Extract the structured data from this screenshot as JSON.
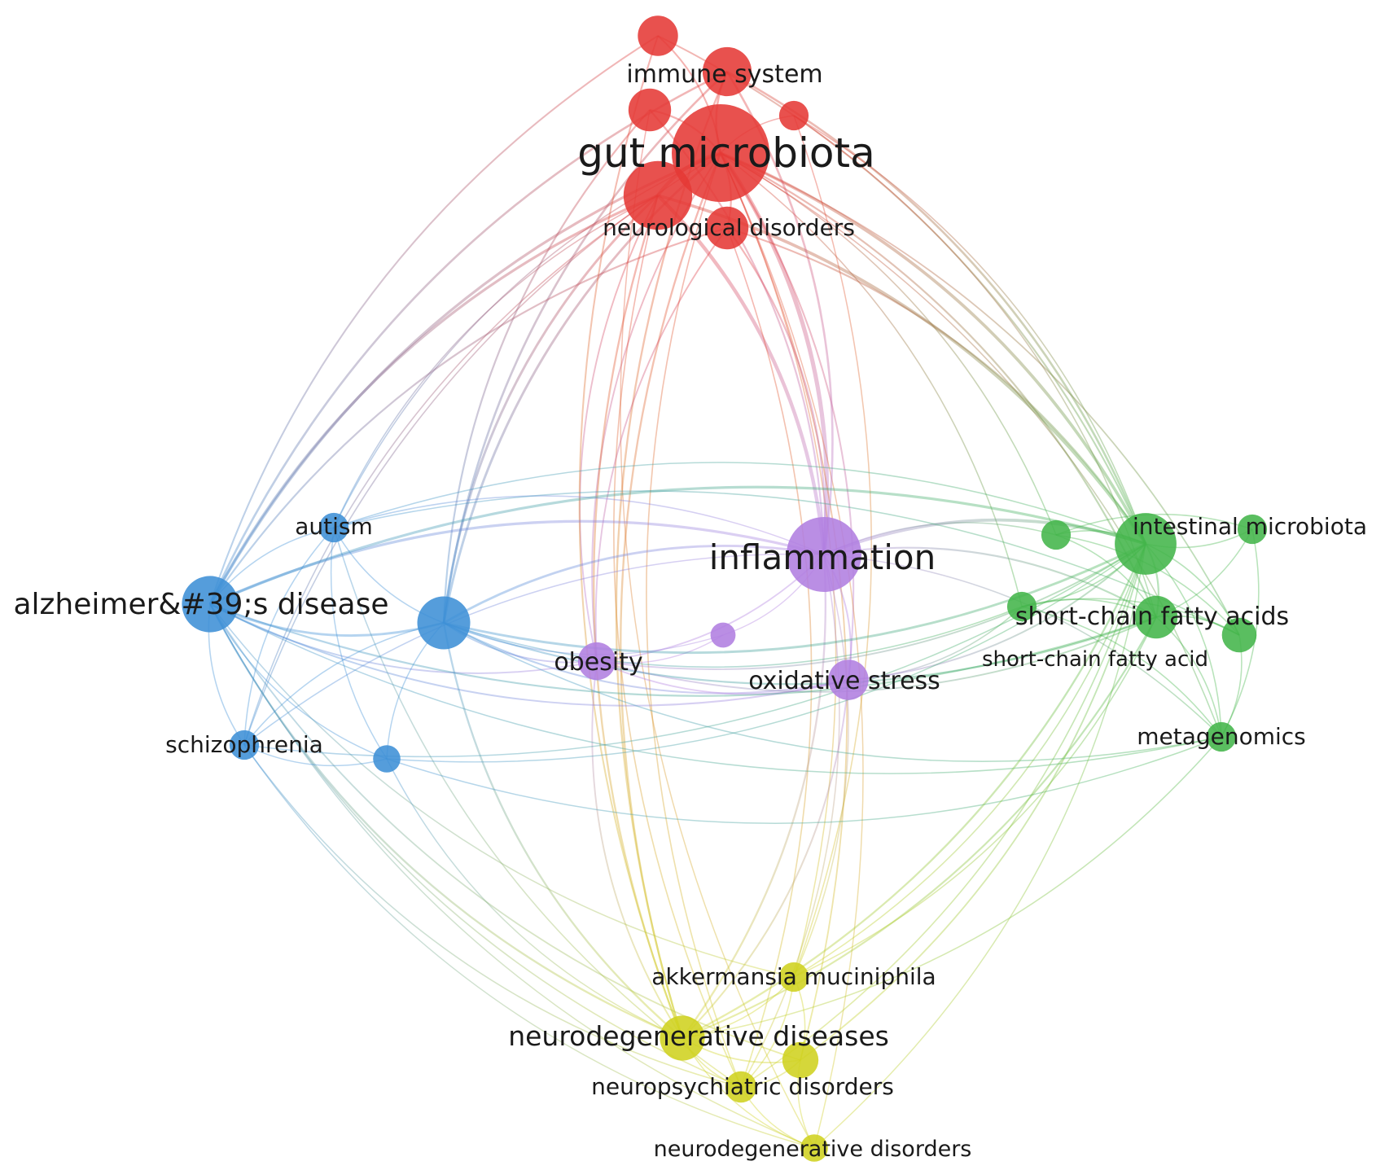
{
  "clusters": {
    "red": "#e53935",
    "green": "#43b54a",
    "blue": "#3d8fd6",
    "yellow": "#cfd21f",
    "purple": "#b07ee0"
  },
  "nodes": [
    {
      "id": "gut-microbiota",
      "label": "gut microbiota",
      "cluster": "red",
      "weight": 100
    },
    {
      "id": "immune-system",
      "label": "immune system",
      "cluster": "red",
      "weight": 20
    },
    {
      "id": "neurological-disorders",
      "label": "neurological disorders",
      "cluster": "red",
      "weight": 14
    },
    {
      "id": "red-hub-2",
      "label": "",
      "cluster": "red",
      "weight": 45
    },
    {
      "id": "red-small-1",
      "label": "",
      "cluster": "red",
      "weight": 12
    },
    {
      "id": "red-small-2",
      "label": "",
      "cluster": "red",
      "weight": 14
    },
    {
      "id": "red-small-3",
      "label": "",
      "cluster": "red",
      "weight": 5
    },
    {
      "id": "inflammation",
      "label": "inflammation",
      "cluster": "purple",
      "weight": 55
    },
    {
      "id": "obesity",
      "label": "obesity",
      "cluster": "purple",
      "weight": 10
    },
    {
      "id": "oxidative-stress",
      "label": "oxidative stress",
      "cluster": "purple",
      "weight": 12
    },
    {
      "id": "purple-small",
      "label": "",
      "cluster": "purple",
      "weight": 3
    },
    {
      "id": "alzheimers-disease",
      "label": "alzheimer&#39;s disease",
      "cluster": "blue",
      "weight": 28
    },
    {
      "id": "autism",
      "label": "autism",
      "cluster": "blue",
      "weight": 5
    },
    {
      "id": "schizophrenia",
      "label": "schizophrenia",
      "cluster": "blue",
      "weight": 5
    },
    {
      "id": "blue-hub",
      "label": "",
      "cluster": "blue",
      "weight": 24
    },
    {
      "id": "blue-small",
      "label": "",
      "cluster": "blue",
      "weight": 4
    },
    {
      "id": "intestinal-microbiota",
      "label": "intestinal microbiota",
      "cluster": "green",
      "weight": 35
    },
    {
      "id": "short-chain-fatty-acids",
      "label": "short-chain fatty acids",
      "cluster": "green",
      "weight": 14
    },
    {
      "id": "short-chain-fatty-acid",
      "label": "short-chain fatty acid",
      "cluster": "green",
      "weight": 5
    },
    {
      "id": "metagenomics",
      "label": "metagenomics",
      "cluster": "green",
      "weight": 5
    },
    {
      "id": "green-small-1",
      "label": "",
      "cluster": "green",
      "weight": 5
    },
    {
      "id": "green-small-2",
      "label": "",
      "cluster": "green",
      "weight": 5
    },
    {
      "id": "green-small-3",
      "label": "",
      "cluster": "green",
      "weight": 8
    },
    {
      "id": "neurodegenerative-diseases",
      "label": "neurodegenerative diseases",
      "cluster": "yellow",
      "weight": 16
    },
    {
      "id": "akkermansia-muciniphila",
      "label": "akkermansia muciniphila",
      "cluster": "yellow",
      "weight": 5
    },
    {
      "id": "neuropsychiatric-disorders",
      "label": "neuropsychiatric disorders",
      "cluster": "yellow",
      "weight": 6
    },
    {
      "id": "neurodegenerative-disorders",
      "label": "neurodegenerative disorders",
      "cluster": "yellow",
      "weight": 4
    },
    {
      "id": "yellow-small",
      "label": "",
      "cluster": "yellow",
      "weight": 9
    }
  ],
  "links": [
    [
      "gut-microbiota",
      "inflammation"
    ],
    [
      "gut-microbiota",
      "alzheimers-disease"
    ],
    [
      "gut-microbiota",
      "blue-hub"
    ],
    [
      "gut-microbiota",
      "intestinal-microbiota"
    ],
    [
      "gut-microbiota",
      "short-chain-fatty-acids"
    ],
    [
      "gut-microbiota",
      "neurodegenerative-diseases"
    ],
    [
      "gut-microbiota",
      "obesity"
    ],
    [
      "gut-microbiota",
      "oxidative-stress"
    ],
    [
      "gut-microbiota",
      "autism"
    ],
    [
      "gut-microbiota",
      "schizophrenia"
    ],
    [
      "gut-microbiota",
      "akkermansia-muciniphila"
    ],
    [
      "gut-microbiota",
      "neuropsychiatric-disorders"
    ],
    [
      "gut-microbiota",
      "metagenomics"
    ],
    [
      "gut-microbiota",
      "neurodegenerative-disorders"
    ],
    [
      "gut-microbiota",
      "short-chain-fatty-acid"
    ],
    [
      "gut-microbiota",
      "green-small-1"
    ],
    [
      "gut-microbiota",
      "green-small-3"
    ],
    [
      "gut-microbiota",
      "yellow-small"
    ],
    [
      "gut-microbiota",
      "immune-system"
    ],
    [
      "gut-microbiota",
      "red-hub-2"
    ],
    [
      "gut-microbiota",
      "red-small-1"
    ],
    [
      "gut-microbiota",
      "red-small-2"
    ],
    [
      "gut-microbiota",
      "red-small-3"
    ],
    [
      "gut-microbiota",
      "neurological-disorders"
    ],
    [
      "red-hub-2",
      "alzheimers-disease"
    ],
    [
      "red-hub-2",
      "blue-hub"
    ],
    [
      "red-hub-2",
      "inflammation"
    ],
    [
      "red-hub-2",
      "neurodegenerative-diseases"
    ],
    [
      "red-hub-2",
      "intestinal-microbiota"
    ],
    [
      "red-hub-2",
      "autism"
    ],
    [
      "red-hub-2",
      "obesity"
    ],
    [
      "red-hub-2",
      "schizophrenia"
    ],
    [
      "red-hub-2",
      "neuropsychiatric-disorders"
    ],
    [
      "immune-system",
      "inflammation"
    ],
    [
      "immune-system",
      "alzheimers-disease"
    ],
    [
      "immune-system",
      "intestinal-microbiota"
    ],
    [
      "immune-system",
      "neurodegenerative-diseases"
    ],
    [
      "immune-system",
      "blue-hub"
    ],
    [
      "red-small-1",
      "neurodegenerative-diseases"
    ],
    [
      "red-small-1",
      "alzheimers-disease"
    ],
    [
      "red-small-1",
      "intestinal-microbiota"
    ],
    [
      "red-small-2",
      "blue-hub"
    ],
    [
      "red-small-2",
      "inflammation"
    ],
    [
      "red-small-2",
      "neurodegenerative-disorders"
    ],
    [
      "red-small-3",
      "intestinal-microbiota"
    ],
    [
      "red-small-3",
      "short-chain-fatty-acids"
    ],
    [
      "red-small-3",
      "akkermansia-muciniphila"
    ],
    [
      "neurological-disorders",
      "inflammation"
    ],
    [
      "neurological-disorders",
      "obesity"
    ],
    [
      "neurological-disorders",
      "neuropsychiatric-disorders"
    ],
    [
      "neurological-disorders",
      "alzheimers-disease"
    ],
    [
      "neurological-disorders",
      "intestinal-microbiota"
    ],
    [
      "inflammation",
      "alzheimers-disease"
    ],
    [
      "inflammation",
      "blue-hub"
    ],
    [
      "inflammation",
      "obesity"
    ],
    [
      "inflammation",
      "oxidative-stress"
    ],
    [
      "inflammation",
      "purple-small"
    ],
    [
      "inflammation",
      "intestinal-microbiota"
    ],
    [
      "inflammation",
      "short-chain-fatty-acids"
    ],
    [
      "inflammation",
      "neurodegenerative-diseases"
    ],
    [
      "inflammation",
      "autism"
    ],
    [
      "inflammation",
      "schizophrenia"
    ],
    [
      "inflammation",
      "metagenomics"
    ],
    [
      "inflammation",
      "akkermansia-muciniphila"
    ],
    [
      "inflammation",
      "neuropsychiatric-disorders"
    ],
    [
      "inflammation",
      "green-small-1"
    ],
    [
      "oxidative-stress",
      "alzheimers-disease"
    ],
    [
      "oxidative-stress",
      "blue-hub"
    ],
    [
      "oxidative-stress",
      "intestinal-microbiota"
    ],
    [
      "oxidative-stress",
      "short-chain-fatty-acid"
    ],
    [
      "oxidative-stress",
      "neurodegenerative-diseases"
    ],
    [
      "oxidative-stress",
      "obesity"
    ],
    [
      "obesity",
      "blue-hub"
    ],
    [
      "obesity",
      "alzheimers-disease"
    ],
    [
      "obesity",
      "intestinal-microbiota"
    ],
    [
      "obesity",
      "neurodegenerative-diseases"
    ],
    [
      "obesity",
      "short-chain-fatty-acids"
    ],
    [
      "purple-small",
      "blue-hub"
    ],
    [
      "purple-small",
      "obesity"
    ],
    [
      "alzheimers-disease",
      "blue-hub"
    ],
    [
      "alzheimers-disease",
      "autism"
    ],
    [
      "alzheimers-disease",
      "schizophrenia"
    ],
    [
      "alzheimers-disease",
      "blue-small"
    ],
    [
      "alzheimers-disease",
      "intestinal-microbiota"
    ],
    [
      "alzheimers-disease",
      "short-chain-fatty-acids"
    ],
    [
      "alzheimers-disease",
      "neurodegenerative-diseases"
    ],
    [
      "alzheimers-disease",
      "neuropsychiatric-disorders"
    ],
    [
      "alzheimers-disease",
      "metagenomics"
    ],
    [
      "alzheimers-disease",
      "akkermansia-muciniphila"
    ],
    [
      "alzheimers-disease",
      "neurodegenerative-disorders"
    ],
    [
      "blue-hub",
      "autism"
    ],
    [
      "blue-hub",
      "schizophrenia"
    ],
    [
      "blue-hub",
      "blue-small"
    ],
    [
      "blue-hub",
      "intestinal-microbiota"
    ],
    [
      "blue-hub",
      "short-chain-fatty-acids"
    ],
    [
      "blue-hub",
      "neurodegenerative-diseases"
    ],
    [
      "blue-hub",
      "metagenomics"
    ],
    [
      "blue-hub",
      "short-chain-fatty-acid"
    ],
    [
      "autism",
      "schizophrenia"
    ],
    [
      "autism",
      "blue-small"
    ],
    [
      "autism",
      "intestinal-microbiota"
    ],
    [
      "autism",
      "neuropsychiatric-disorders"
    ],
    [
      "autism",
      "green-small-3"
    ],
    [
      "schizophrenia",
      "blue-small"
    ],
    [
      "schizophrenia",
      "neuropsychiatric-disorders"
    ],
    [
      "schizophrenia",
      "neurodegenerative-disorders"
    ],
    [
      "schizophrenia",
      "intestinal-microbiota"
    ],
    [
      "blue-small",
      "intestinal-microbiota"
    ],
    [
      "blue-small",
      "metagenomics"
    ],
    [
      "blue-small",
      "neurodegenerative-diseases"
    ],
    [
      "intestinal-microbiota",
      "short-chain-fatty-acids"
    ],
    [
      "intestinal-microbiota",
      "short-chain-fatty-acid"
    ],
    [
      "intestinal-microbiota",
      "metagenomics"
    ],
    [
      "intestinal-microbiota",
      "green-small-1"
    ],
    [
      "intestinal-microbiota",
      "green-small-2"
    ],
    [
      "intestinal-microbiota",
      "green-small-3"
    ],
    [
      "intestinal-microbiota",
      "neurodegenerative-diseases"
    ],
    [
      "intestinal-microbiota",
      "akkermansia-muciniphila"
    ],
    [
      "intestinal-microbiota",
      "neuropsychiatric-disorders"
    ],
    [
      "intestinal-microbiota",
      "neurodegenerative-disorders"
    ],
    [
      "short-chain-fatty-acids",
      "green-small-1"
    ],
    [
      "short-chain-fatty-acids",
      "green-small-2"
    ],
    [
      "short-chain-fatty-acids",
      "green-small-3"
    ],
    [
      "short-chain-fatty-acids",
      "metagenomics"
    ],
    [
      "short-chain-fatty-acids",
      "short-chain-fatty-acid"
    ],
    [
      "short-chain-fatty-acids",
      "neurodegenerative-diseases"
    ],
    [
      "short-chain-fatty-acids",
      "akkermansia-muciniphila"
    ],
    [
      "green-small-1",
      "green-small-2"
    ],
    [
      "green-small-1",
      "green-small-3"
    ],
    [
      "green-small-2",
      "metagenomics"
    ],
    [
      "green-small-3",
      "metagenomics"
    ],
    [
      "green-small-3",
      "short-chain-fatty-acid"
    ],
    [
      "short-chain-fatty-acid",
      "metagenomics"
    ],
    [
      "metagenomics",
      "neurodegenerative-diseases"
    ],
    [
      "neurodegenerative-diseases",
      "yellow-small"
    ],
    [
      "neurodegenerative-diseases",
      "akkermansia-muciniphila"
    ],
    [
      "neurodegenerative-diseases",
      "neuropsychiatric-disorders"
    ],
    [
      "neurodegenerative-diseases",
      "neurodegenerative-disorders"
    ],
    [
      "yellow-small",
      "akkermansia-muciniphila"
    ],
    [
      "yellow-small",
      "neuropsychiatric-disorders"
    ],
    [
      "yellow-small",
      "neurodegenerative-disorders"
    ],
    [
      "akkermansia-muciniphila",
      "neuropsychiatric-disorders"
    ],
    [
      "neuropsychiatric-disorders",
      "neurodegenerative-disorders"
    ],
    [
      "yellow-small",
      "intestinal-microbiota"
    ],
    [
      "yellow-small",
      "alzheimers-disease"
    ]
  ]
}
